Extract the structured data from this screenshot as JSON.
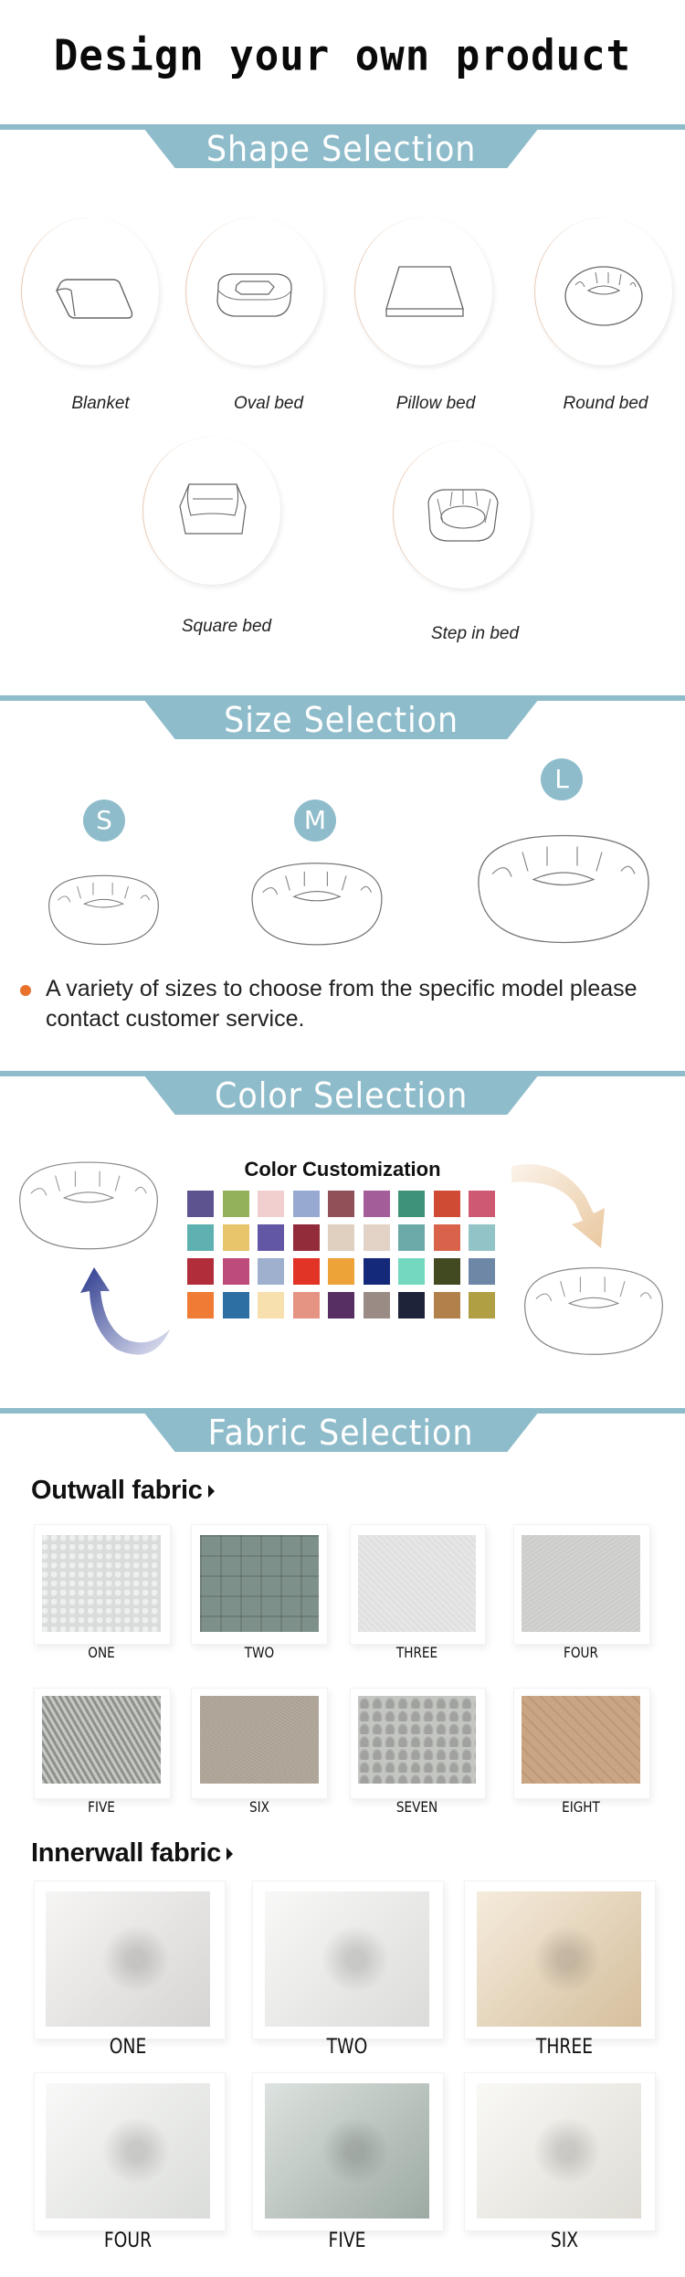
{
  "header": {
    "title": "Design your own product"
  },
  "theme": {
    "banner_color": "#8fbccb",
    "bullet_color": "#e8712c"
  },
  "shape_section": {
    "title": "Shape Selection",
    "items": [
      {
        "label": "Blanket",
        "icon": "blanket-icon"
      },
      {
        "label": "Oval bed",
        "icon": "oval-bed-icon"
      },
      {
        "label": "Pillow bed",
        "icon": "pillow-bed-icon"
      },
      {
        "label": "Round bed",
        "icon": "round-bed-icon"
      },
      {
        "label": "Square bed",
        "icon": "square-bed-icon"
      },
      {
        "label": "Step in bed",
        "icon": "step-in-bed-icon"
      }
    ]
  },
  "size_section": {
    "title": "Size Selection",
    "sizes": [
      {
        "label": "S"
      },
      {
        "label": "M"
      },
      {
        "label": "L"
      }
    ],
    "note": "A variety of sizes to choose from the specific model please contact customer service."
  },
  "color_section": {
    "title": "Color Selection",
    "subtitle": "Color Customization",
    "swatches": [
      [
        "#5d548f",
        "#93b05a",
        "#f2cfcf",
        "#97a8d1",
        "#8f5057",
        "#a35d98",
        "#3f927a",
        "#d04b34",
        "#cd5a72"
      ],
      [
        "#5fb0b0",
        "#e8c46a",
        "#6257a5",
        "#922c3a",
        "#dfd0c0",
        "#e2d3c6",
        "#6caaa9",
        "#d9624a",
        "#92c3c6"
      ],
      [
        "#b22d3a",
        "#bd4c7a",
        "#9eb0ce",
        "#e13326",
        "#eea338",
        "#14297a",
        "#73d8bd",
        "#424a22",
        "#6e87a7"
      ],
      [
        "#ef7b34",
        "#2e6fa3",
        "#f7e0ae",
        "#e59483",
        "#572f62",
        "#9a8c85",
        "#1e2339",
        "#b2804a",
        "#b0a043"
      ]
    ]
  },
  "fabric_section": {
    "title": "Fabric Selection",
    "outwall": {
      "heading": "Outwall fabric",
      "items": [
        {
          "label": "ONE",
          "tone": "#d9dcdb"
        },
        {
          "label": "TWO",
          "tone": "#7e908a"
        },
        {
          "label": "THREE",
          "tone": "#e6e6e6"
        },
        {
          "label": "FOUR",
          "tone": "#d2d3d1"
        },
        {
          "label": "FIVE",
          "tone": "#a8aba5"
        },
        {
          "label": "SIX",
          "tone": "#b3a99c"
        },
        {
          "label": "SEVEN",
          "tone": "#c4c6c2"
        },
        {
          "label": "EIGHT",
          "tone": "#c9a584"
        }
      ]
    },
    "innerwall": {
      "heading": "Innerwall fabric",
      "items": [
        {
          "label": "ONE",
          "tone": "#e9e7e5"
        },
        {
          "label": "TWO",
          "tone": "#eeeeec"
        },
        {
          "label": "THREE",
          "tone": "#e7cfaa"
        },
        {
          "label": "FOUR",
          "tone": "#eef0ed"
        },
        {
          "label": "FIVE",
          "tone": "#aab8b0"
        },
        {
          "label": "SIX",
          "tone": "#f1efe7"
        }
      ]
    }
  }
}
